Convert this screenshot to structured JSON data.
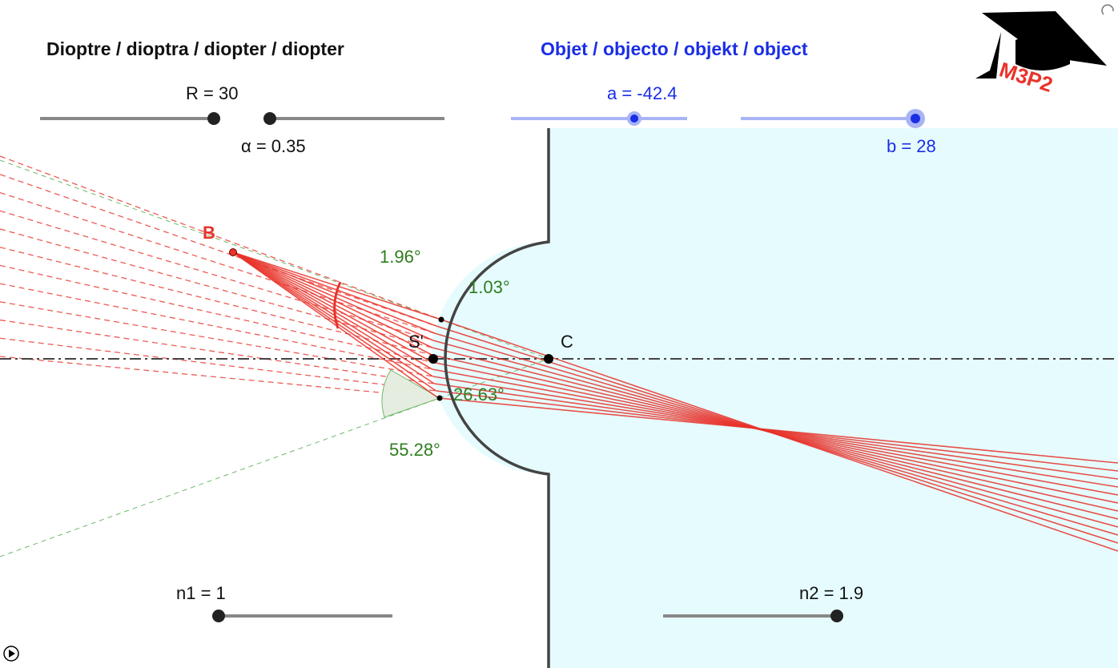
{
  "headings": {
    "dioptre": "Dioptre / dioptra / diopter / diopter",
    "objet": "Objet / objecto / objekt / object"
  },
  "sliders": {
    "R": "R = 30",
    "alpha": "α = 0.35",
    "a": "a = -42.4",
    "b": "b = 28",
    "n1": "n1 = 1",
    "n2": "n2 = 1.9"
  },
  "slider_values": {
    "R": 30,
    "alpha": 0.35,
    "a": -42.4,
    "b": 28,
    "n1": 1,
    "n2": 1.9
  },
  "points": {
    "B": "B",
    "S": "S'",
    "C": "C"
  },
  "angles": {
    "a1": "1.96°",
    "a2": "1.03°",
    "a3": "26.63°",
    "a4": "55.28°"
  },
  "logo": {
    "text": "M3P2"
  },
  "colors": {
    "ray": "#e8332a",
    "glass": "#e6fbfe",
    "slider_blue": "#a9b4f5",
    "angle": "#2e7d1f"
  }
}
